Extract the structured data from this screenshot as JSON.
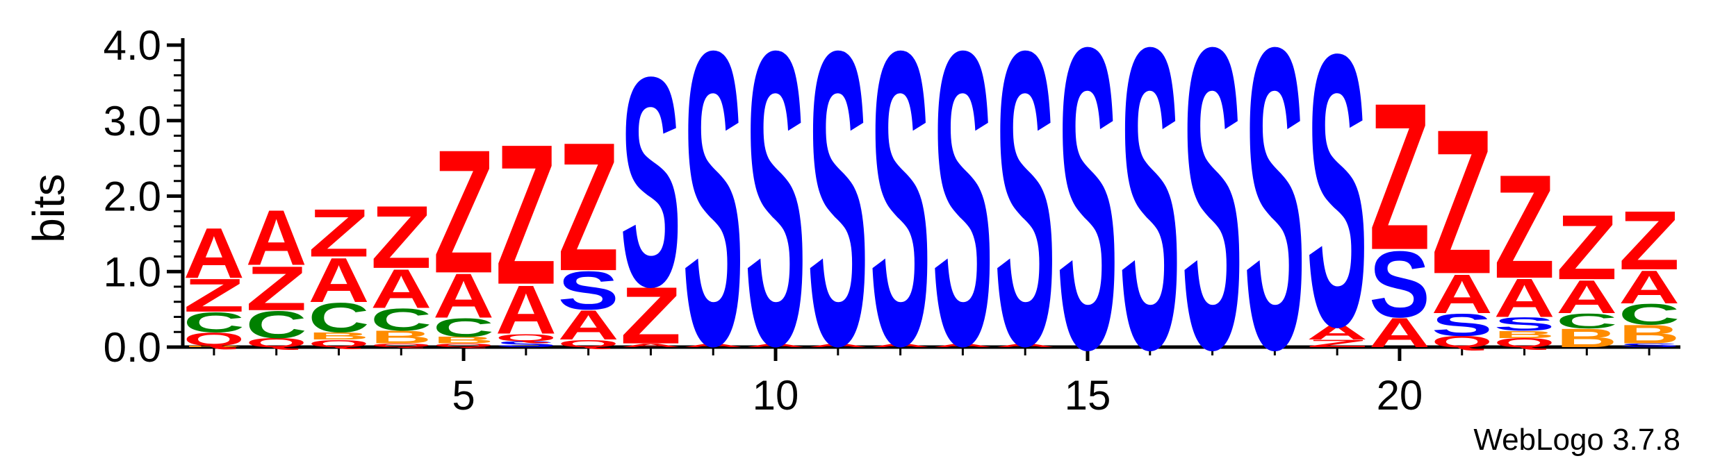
{
  "chart_data": {
    "type": "sequence-logo",
    "ylabel": "bits",
    "ylim": [
      0,
      4.0
    ],
    "y_ticks": [
      "0.0",
      "1.0",
      "2.0",
      "3.0",
      "4.0"
    ],
    "x_ticks": [
      5,
      10,
      15,
      20
    ],
    "positions": 24,
    "footer": "WebLogo 3.7.8",
    "colors": {
      "A": "#ff0000",
      "Z": "#ff0000",
      "Q": "#ff0000",
      "S": "#0000ff",
      "C": "#008000",
      "B": "#ff8c00"
    },
    "columns": [
      {
        "pos": 1,
        "stack": [
          {
            "l": "B",
            "h": 0.02
          },
          {
            "l": "Q",
            "h": 0.18
          },
          {
            "l": "C",
            "h": 0.27
          },
          {
            "l": "Z",
            "h": 0.45
          },
          {
            "l": "A",
            "h": 0.68
          }
        ]
      },
      {
        "pos": 2,
        "stack": [
          {
            "l": "Q",
            "h": 0.12
          },
          {
            "l": "C",
            "h": 0.37
          },
          {
            "l": "Z",
            "h": 0.6
          },
          {
            "l": "A",
            "h": 0.75
          }
        ]
      },
      {
        "pos": 3,
        "stack": [
          {
            "l": "Q",
            "h": 0.1
          },
          {
            "l": "B",
            "h": 0.1
          },
          {
            "l": "C",
            "h": 0.4
          },
          {
            "l": "A",
            "h": 0.6
          },
          {
            "l": "Z",
            "h": 0.65
          }
        ]
      },
      {
        "pos": 4,
        "stack": [
          {
            "l": "Q",
            "h": 0.05
          },
          {
            "l": "B",
            "h": 0.17
          },
          {
            "l": "C",
            "h": 0.3
          },
          {
            "l": "A",
            "h": 0.53
          },
          {
            "l": "Z",
            "h": 0.85
          }
        ]
      },
      {
        "pos": 5,
        "stack": [
          {
            "l": "Q",
            "h": 0.05
          },
          {
            "l": "B",
            "h": 0.09
          },
          {
            "l": "C",
            "h": 0.25
          },
          {
            "l": "A",
            "h": 0.6
          },
          {
            "l": "Z",
            "h": 1.68
          }
        ]
      },
      {
        "pos": 6,
        "stack": [
          {
            "l": "S",
            "h": 0.08
          },
          {
            "l": "Q",
            "h": 0.1
          },
          {
            "l": "A",
            "h": 0.66
          },
          {
            "l": "Z",
            "h": 1.91
          }
        ]
      },
      {
        "pos": 7,
        "stack": [
          {
            "l": "Q",
            "h": 0.1
          },
          {
            "l": "A",
            "h": 0.4
          },
          {
            "l": "S",
            "h": 0.52
          },
          {
            "l": "Z",
            "h": 1.75
          }
        ]
      },
      {
        "pos": 8,
        "stack": [
          {
            "l": "A",
            "h": 0.05
          },
          {
            "l": "Z",
            "h": 0.77
          },
          {
            "l": "S",
            "h": 2.85
          }
        ]
      },
      {
        "pos": 9,
        "stack": [
          {
            "l": "A",
            "h": 0.05
          },
          {
            "l": "S",
            "h": 4.0
          }
        ]
      },
      {
        "pos": 10,
        "stack": [
          {
            "l": "A",
            "h": 0.05
          },
          {
            "l": "S",
            "h": 4.0
          }
        ]
      },
      {
        "pos": 11,
        "stack": [
          {
            "l": "A",
            "h": 0.05
          },
          {
            "l": "S",
            "h": 4.0
          }
        ]
      },
      {
        "pos": 12,
        "stack": [
          {
            "l": "A",
            "h": 0.05
          },
          {
            "l": "S",
            "h": 4.0
          }
        ]
      },
      {
        "pos": 13,
        "stack": [
          {
            "l": "A",
            "h": 0.05
          },
          {
            "l": "S",
            "h": 4.0
          }
        ]
      },
      {
        "pos": 14,
        "stack": [
          {
            "l": "A",
            "h": 0.05
          },
          {
            "l": "S",
            "h": 4.0
          }
        ]
      },
      {
        "pos": 15,
        "stack": [
          {
            "l": "S",
            "h": 4.1
          }
        ]
      },
      {
        "pos": 16,
        "stack": [
          {
            "l": "S",
            "h": 4.1
          }
        ]
      },
      {
        "pos": 17,
        "stack": [
          {
            "l": "S",
            "h": 4.1
          }
        ]
      },
      {
        "pos": 18,
        "stack": [
          {
            "l": "S",
            "h": 4.1
          }
        ]
      },
      {
        "pos": 19,
        "stack": [
          {
            "l": "Z",
            "h": 0.1
          },
          {
            "l": "A",
            "h": 0.2
          },
          {
            "l": "S",
            "h": 3.7
          }
        ]
      },
      {
        "pos": 20,
        "stack": [
          {
            "l": "A",
            "h": 0.4
          },
          {
            "l": "S",
            "h": 0.9
          },
          {
            "l": "Z",
            "h": 2.0
          }
        ]
      },
      {
        "pos": 21,
        "stack": [
          {
            "l": "Q",
            "h": 0.15
          },
          {
            "l": "S",
            "h": 0.3
          },
          {
            "l": "A",
            "h": 0.53
          },
          {
            "l": "Z",
            "h": 1.97
          }
        ]
      },
      {
        "pos": 22,
        "stack": [
          {
            "l": "Q",
            "h": 0.12
          },
          {
            "l": "B",
            "h": 0.1
          },
          {
            "l": "S",
            "h": 0.18
          },
          {
            "l": "A",
            "h": 0.52
          },
          {
            "l": "Z",
            "h": 1.41
          }
        ]
      },
      {
        "pos": 23,
        "stack": [
          {
            "l": "B",
            "h": 0.25
          },
          {
            "l": "C",
            "h": 0.2
          },
          {
            "l": "A",
            "h": 0.45
          },
          {
            "l": "Z",
            "h": 0.88
          }
        ]
      },
      {
        "pos": 24,
        "stack": [
          {
            "l": "S",
            "h": 0.05
          },
          {
            "l": "B",
            "h": 0.25
          },
          {
            "l": "C",
            "h": 0.28
          },
          {
            "l": "A",
            "h": 0.45
          },
          {
            "l": "Z",
            "h": 0.8
          }
        ]
      }
    ]
  }
}
